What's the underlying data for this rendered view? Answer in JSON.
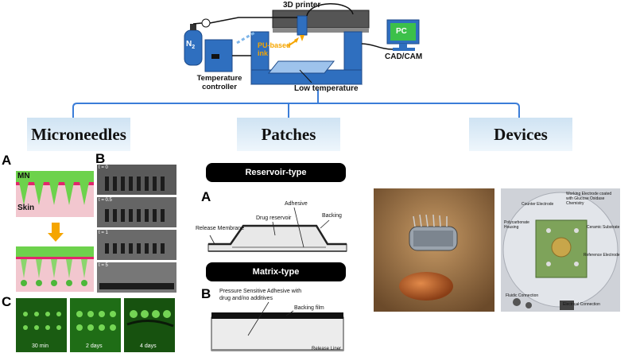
{
  "printer": {
    "title": "3D printer",
    "gas": "N",
    "gas_sub": "2",
    "ink": "PU-based ink",
    "temp_controller": "Temperature controller",
    "low_temp": "Low temperature",
    "pc": "PC",
    "cad": "CAD/CAM"
  },
  "categories": [
    "Microneedles",
    "Patches",
    "Devices"
  ],
  "microneedles": {
    "label_a": "A",
    "label_b": "B",
    "label_c": "C",
    "mn": "MN",
    "skin": "Skin",
    "b_times": [
      "t = 0",
      "t = 0.5",
      "t = 1",
      "t = 5"
    ],
    "c_times": [
      "30 min",
      "2 days",
      "4 days"
    ]
  },
  "patches": {
    "reservoir_title": "Reservoir-type",
    "matrix_title": "Matrix-type",
    "label_a": "A",
    "label_b": "B",
    "adhesive": "Adhesive",
    "drug_reservoir": "Drug reservoir",
    "backing": "Backing",
    "release_membrane": "Release Membrane",
    "psa": "Pressure Sensitive Adhesive with drug and/no additives",
    "backing_film": "Backing film",
    "release_liner": "Release Liner"
  },
  "devices": {
    "counter_electrode": "Counter Electrode",
    "working_electrode": "Working Electrode coated with Glucose Oxidase Chemistry",
    "polycarbonate": "Polycarbonate Housing",
    "ceramic": "Ceramic Substrate",
    "reference": "Reference Electrode",
    "fluidic": "Fluidic Connection",
    "electrical": "Electrical Connection"
  },
  "colors": {
    "printer_blue": "#2f6fbf",
    "tree_line": "#3b7dd8",
    "mn_green": "#6dd24c",
    "skin_pink": "#f2c7cf",
    "arrow_orange": "#f5a500"
  }
}
